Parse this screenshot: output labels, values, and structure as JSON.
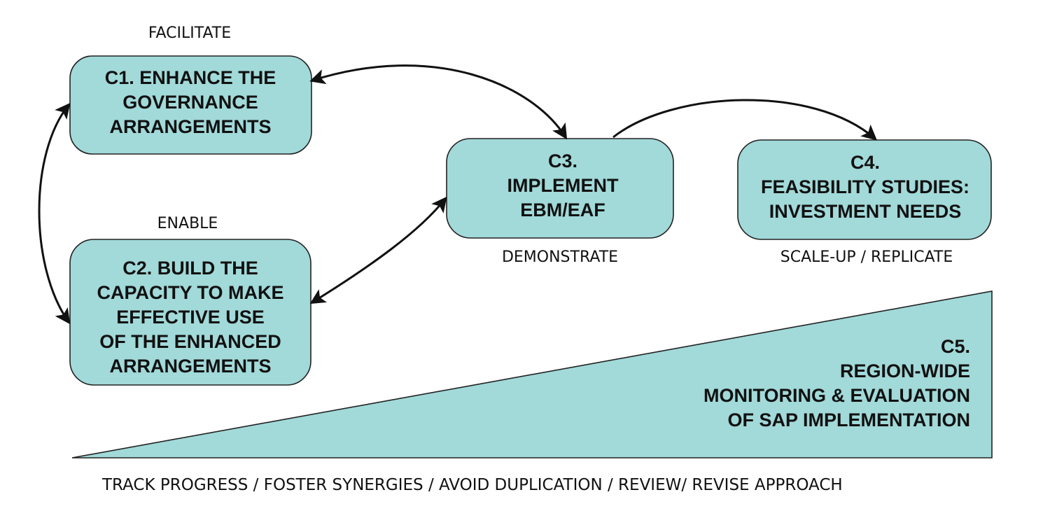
{
  "colors": {
    "box_fill": "#a2d9d9",
    "outline": "#222222",
    "text": "#111111"
  },
  "stage_labels": {
    "facilitate": "FACILITATE",
    "enable": "ENABLE",
    "demonstrate": "DEMONSTRATE",
    "scale_up": "SCALE-UP / REPLICATE"
  },
  "components": {
    "c1": [
      "C1. ENHANCE THE",
      "GOVERNANCE",
      "ARRANGEMENTS"
    ],
    "c2": [
      "C2. BUILD THE",
      "CAPACITY TO MAKE",
      "EFFECTIVE USE",
      "OF THE ENHANCED",
      "ARRANGEMENTS"
    ],
    "c3": [
      "C3.",
      "IMPLEMENT",
      "EBM/EAF"
    ],
    "c4": [
      "C4.",
      "FEASIBILITY STUDIES:",
      "INVESTMENT NEEDS"
    ],
    "c5": [
      "C5.",
      "REGION-WIDE",
      "MONITORING & EVALUATION",
      "OF SAP IMPLEMENTATION"
    ]
  },
  "footer": "TRACK PROGRESS / FOSTER SYNERGIES / AVOID DUPLICATION / REVIEW/ REVISE APPROACH"
}
